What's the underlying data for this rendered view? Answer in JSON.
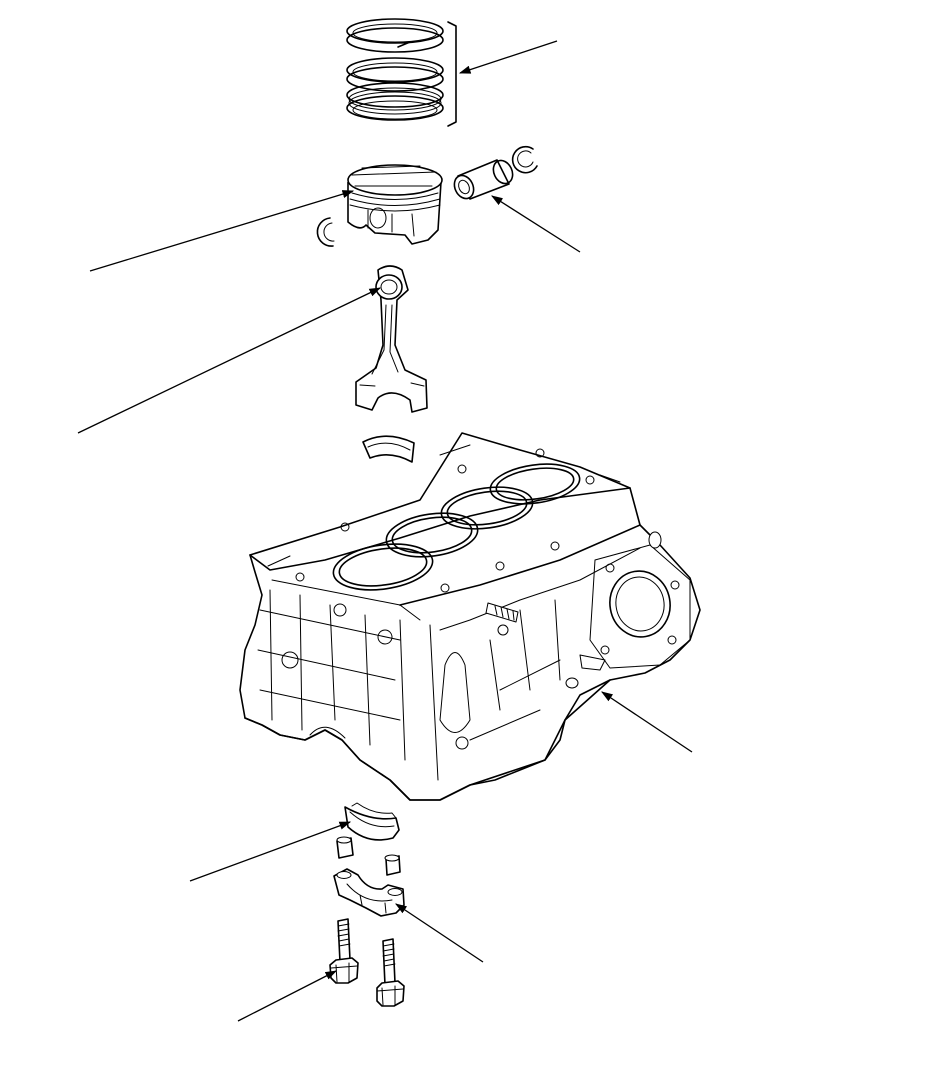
{
  "diagram": {
    "style": "exploded line drawing",
    "line_color": "#000000",
    "background_color": "#ffffff",
    "components": [
      "piston-rings",
      "piston",
      "piston-pin",
      "piston-pin-clips",
      "connecting-rod",
      "connecting-rod-bearing",
      "cylinder-block",
      "crankshaft-main-bearing",
      "dowel-pins",
      "bearing-cap",
      "bearing-cap-bolts"
    ],
    "callout_count": 8
  }
}
